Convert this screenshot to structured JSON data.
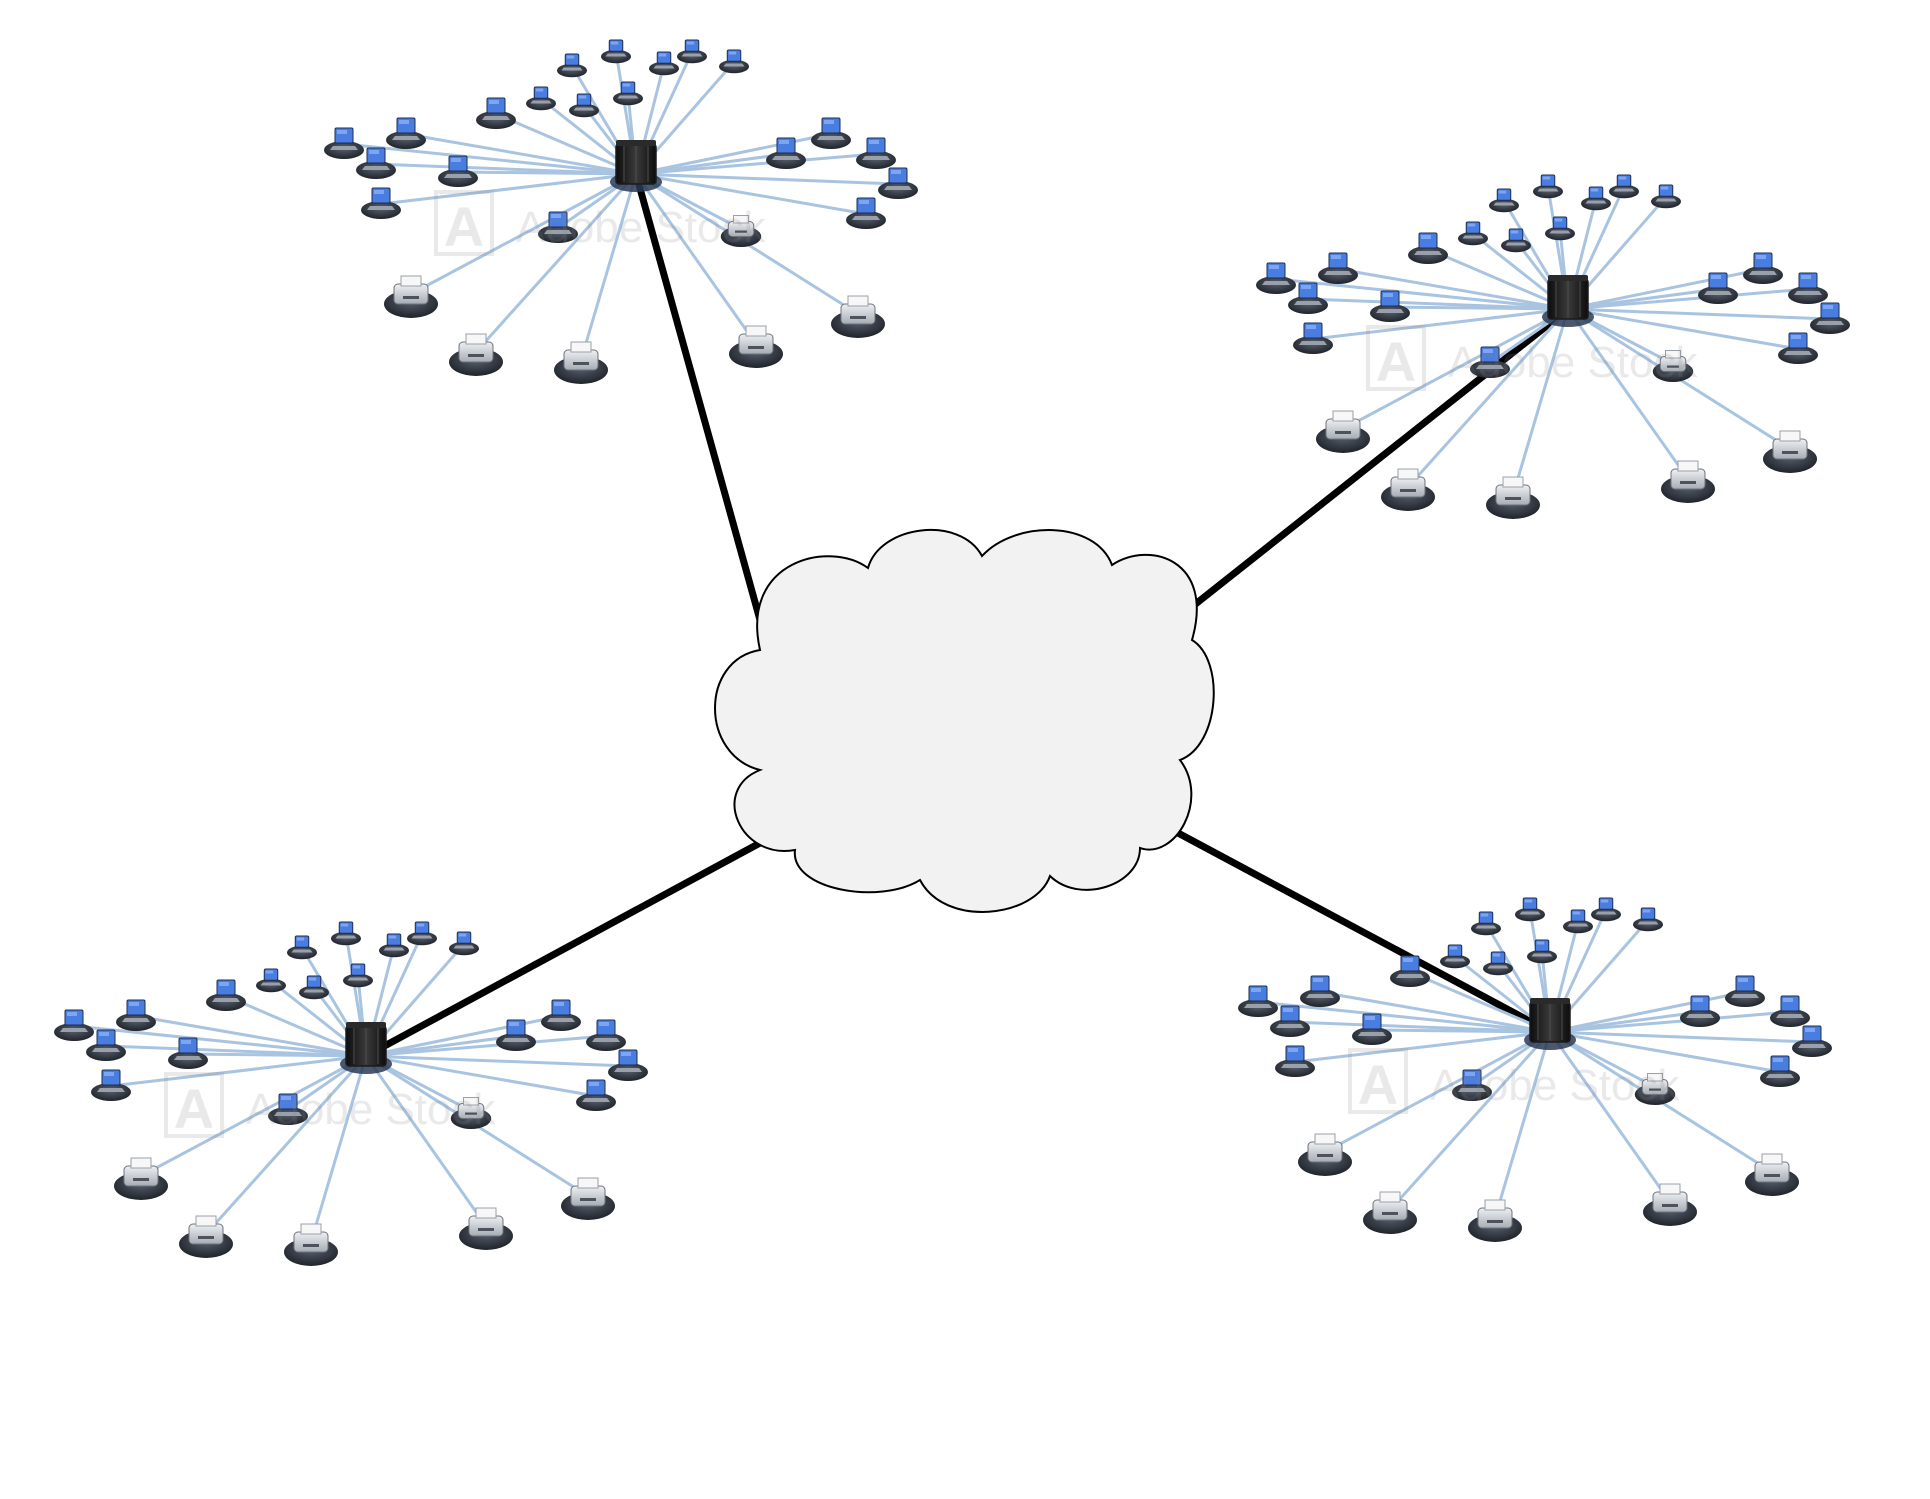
{
  "diagram": {
    "type": "network-topology",
    "colors": {
      "background": "#ffffff",
      "trunk_link": "#000000",
      "cloud_fill": "#f2f2f2",
      "cloud_stroke": "#000000",
      "spoke_link": "#a9c4e0",
      "server": "#1b1b1b",
      "laptop_screen": "#4a7de0",
      "device_base": "#2b3038",
      "printer_body": "#c9ccd2"
    },
    "icons": {
      "cloud": "cloud-icon",
      "server": "server-rack-icon",
      "laptop": "laptop-icon",
      "printer": "printer-icon"
    },
    "hub": {
      "name": "internet-cloud",
      "icon": "cloud-icon"
    },
    "clusters": [
      {
        "name": "cluster-top-left",
        "server_icon": "server-rack-icon",
        "laptops": 20,
        "printers": 6
      },
      {
        "name": "cluster-top-right",
        "server_icon": "server-rack-icon",
        "laptops": 20,
        "printers": 6
      },
      {
        "name": "cluster-bottom-left",
        "server_icon": "server-rack-icon",
        "laptops": 20,
        "printers": 6
      },
      {
        "name": "cluster-bottom-right",
        "server_icon": "server-rack-icon",
        "laptops": 20,
        "printers": 6
      }
    ],
    "watermark": {
      "text": "Adobe Stock",
      "logo_text": "A"
    }
  }
}
